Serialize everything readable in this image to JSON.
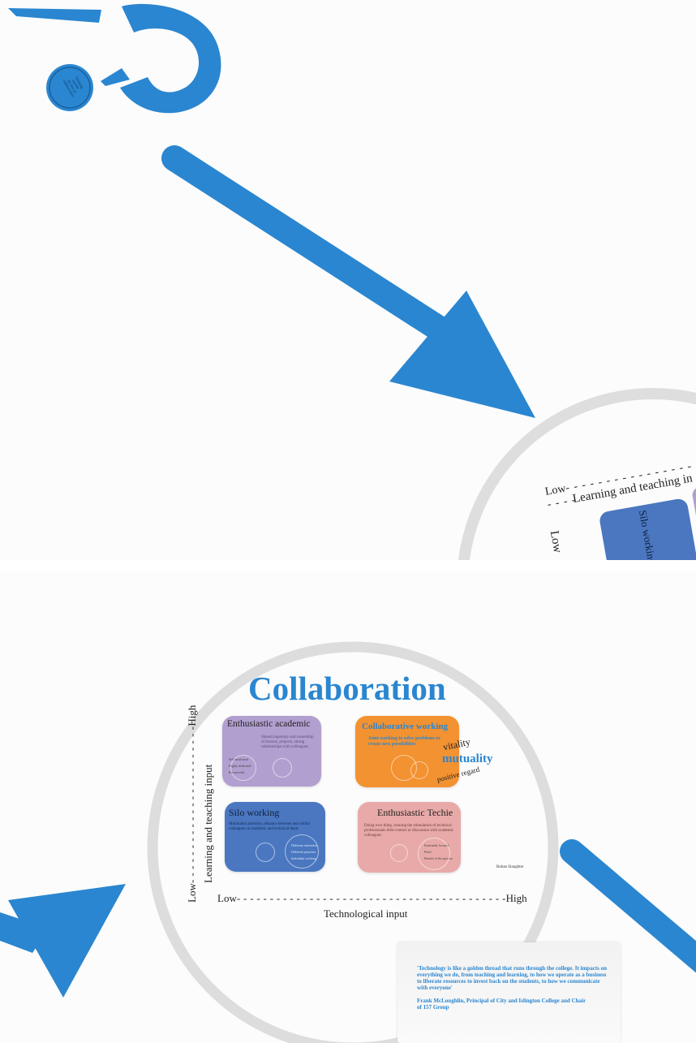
{
  "top_panel": {
    "badge_lines": [
      "Thinking",
      "outside",
      "the box of",
      "collaboration"
    ],
    "preview": {
      "axis_low": "Low",
      "y_axis_label": "Learning and teaching in",
      "axis_low_vertical": "Low",
      "quadrant_title": "Silo working"
    }
  },
  "slide": {
    "title": "Collaboration",
    "quadrants": {
      "enthusiastic_academic": {
        "title": "Enthusiastic academic",
        "body": "Shared ingenuity and ownership of lessons, projects, strong relationships with colleagues",
        "bullets": [
          "Self-motivated",
          "Highly dedicated",
          "Resourceful"
        ],
        "color": "#b19fcf"
      },
      "collaborative_working": {
        "title": "Collaborative working",
        "body": "Joint working to solve problems or create new possibilities",
        "color": "#f39231"
      },
      "silo_working": {
        "title": "Silo working",
        "body": "Minimalist attention, distance between and within colleagues in academic and technical depts",
        "bullets": [
          "Different institution",
          "Different priorities",
          "Individual working"
        ],
        "color": "#4a77c0"
      },
      "enthusiastic_techie": {
        "title": "Enthusiastic Techie",
        "body": "Doing own thing, running the stimulation of technical professionals little contact or discussion with academic colleagues",
        "bullets": [
          "Externally focused",
          "Fluid",
          "Benefit of the process"
        ],
        "color": "#e8aaa8"
      }
    },
    "words": {
      "vitality": "vitality",
      "mutuality": "mutuality",
      "positive_regard": "positive regard"
    },
    "author": "Rohan Slaughter",
    "y_axis": {
      "low": "Low",
      "high": "High",
      "label": "Learning and teaching input"
    },
    "x_axis": {
      "low": "Low",
      "high": "High",
      "label": "Technological input"
    }
  },
  "quote": {
    "text": "'Technology is like a golden thread that runs through the college. It impacts on everything we do, from teaching and learning, to how we operate as a business to liberate resources to invest back on the students, to how we communicate with everyone'",
    "attribution": "Frank McLoughlin, Principal of City and Islington College and Chair of 157 Group"
  },
  "colors": {
    "accent_blue": "#2a86d0",
    "ring_gray": "#dcdcdc",
    "title_blue": "#2a86d0"
  }
}
